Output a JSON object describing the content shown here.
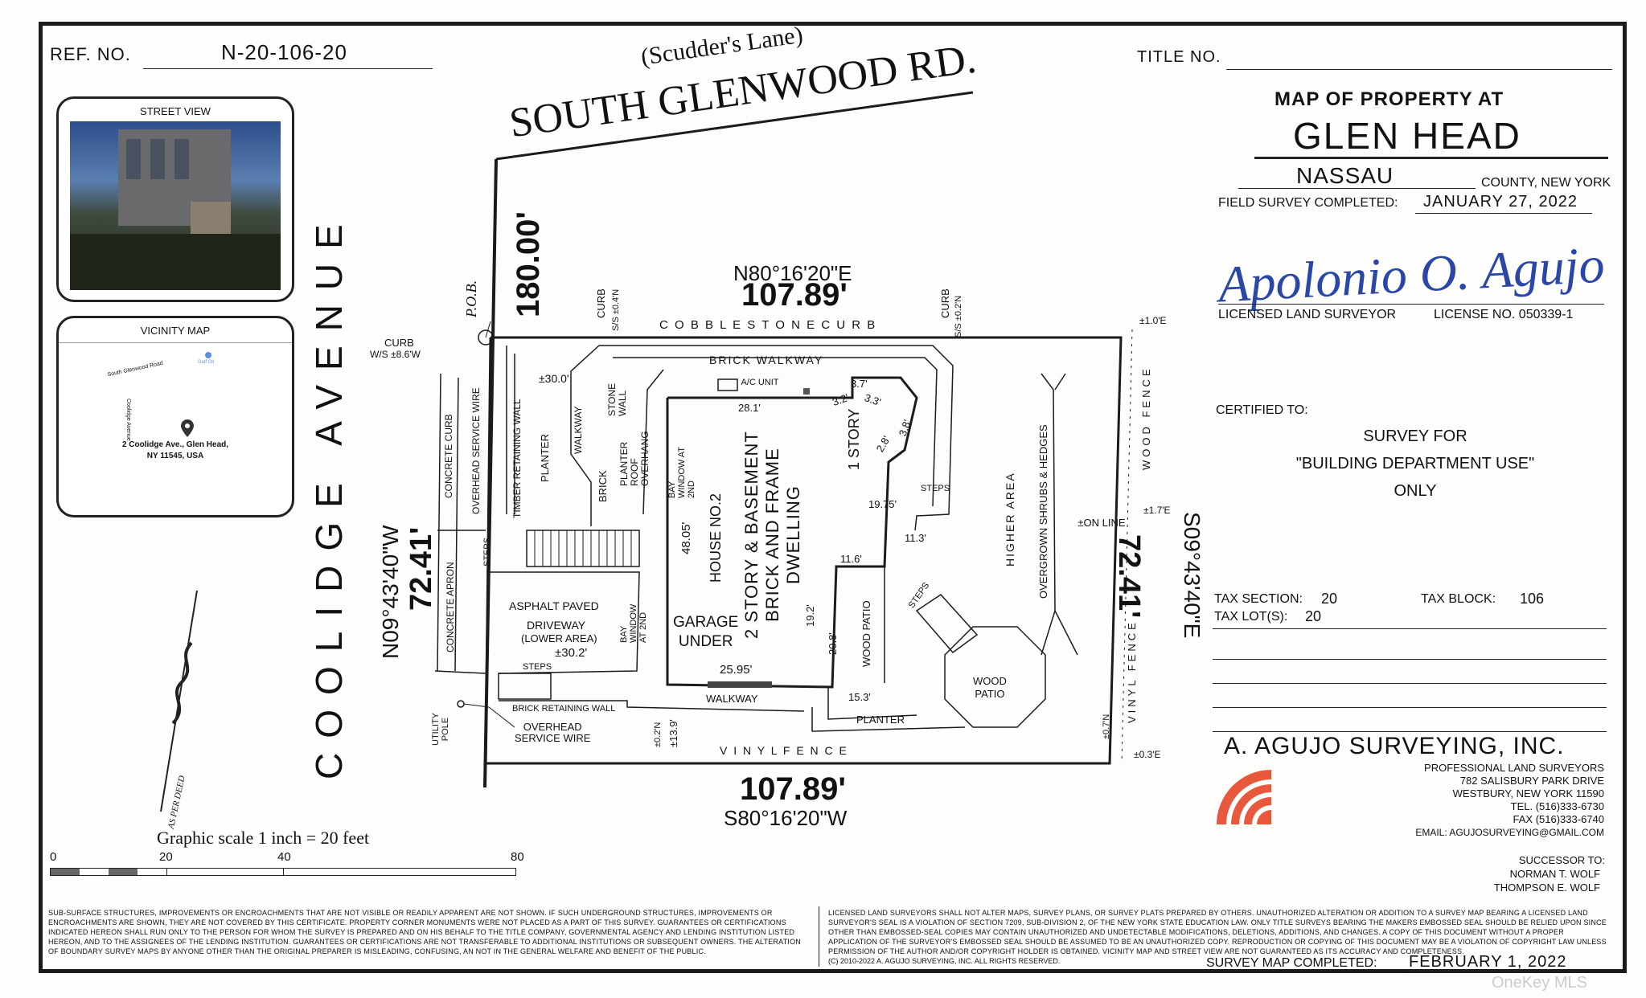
{
  "header": {
    "ref_label": "REF. NO.",
    "ref_no": "N-20-106-20",
    "title_label": "TITLE NO.",
    "road_alt": "(Scudder's Lane)",
    "road": "SOUTH GLENWOOD RD."
  },
  "street_view": {
    "title": "STREET VIEW"
  },
  "vicinity": {
    "title": "VICINITY MAP",
    "road1": "South Glenwood Road",
    "road2": "Coolidge Avenue",
    "poi": "Gulf Oil",
    "address_line1": "2 Coolidge Ave., Glen Head,",
    "address_line2": "NY 11545, USA"
  },
  "title_block": {
    "map_of": "MAP OF PROPERTY AT",
    "place": "GLEN HEAD",
    "county_value": "NASSAU",
    "county_label": "COUNTY, NEW YORK",
    "field_label": "FIELD SURVEY COMPLETED:",
    "field_date": "JANUARY 27, 2022",
    "signature": "Apolonio O. Agujo",
    "surveyor_label": "LICENSED LAND SURVEYOR",
    "license": "LICENSE NO. 050339-1",
    "certified_label": "CERTIFIED TO:",
    "survey_for": "SURVEY FOR",
    "use": "\"BUILDING DEPARTMENT USE\"",
    "only": "ONLY",
    "tax_section_label": "TAX SECTION:",
    "tax_section": "20",
    "tax_block_label": "TAX BLOCK:",
    "tax_block": "106",
    "tax_lot_label": "TAX LOT(S):",
    "tax_lot": "20"
  },
  "company": {
    "name": "A. AGUJO SURVEYING, INC.",
    "line1": "PROFESSIONAL LAND SURVEYORS",
    "line2": "782 SALISBURY PARK DRIVE",
    "line3": "WESTBURY, NEW YORK 11590",
    "tel": "TEL. (516)333-6730",
    "fax": "FAX (516)333-6740",
    "email": "EMAIL: AGUJOSURVEYING@GMAIL.COM",
    "successor_label": "SUCCESSOR TO:",
    "successor1": "NORMAN T. WOLF",
    "successor2": "THOMPSON E. WOLF"
  },
  "plat": {
    "street_west": "COOLIDGE AVENUE",
    "north_bearing": "N80°16'20\"E",
    "north_dist": "107.89'",
    "south_bearing": "S80°16'20\"W",
    "south_dist": "107.89'",
    "west_bearing": "N09°43'40\"W",
    "west_dist": "72.41'",
    "east_bearing": "S09°43'40\"E",
    "east_dist": "72.41'",
    "tie_dist": "180.00'",
    "pob": "P.O.B.",
    "cobblestone": "C O B B L E S T O N E   C U R B",
    "curb": "CURB",
    "curb_w": "W/S ±8.6'W",
    "curb_n1": "S/S ±0.4'N",
    "curb_n2": "S/S ±0.2'N",
    "brick_walkway": "BRICK WALKWAY",
    "ac_unit": "A/C UNIT",
    "dwelling1": "2 STORY & BASEMENT",
    "dwelling2": "BRICK AND FRAME",
    "dwelling3": "DWELLING",
    "house_no": "HOUSE NO.2",
    "bay_window": "BAY WINDOW AT 2ND",
    "one_story": "1 STORY",
    "garage1": "GARAGE",
    "garage2": "UNDER",
    "asphalt1": "ASPHALT PAVED",
    "asphalt2": "DRIVEWAY",
    "asphalt3": "(LOWER AREA)",
    "asphalt_elev": "±30.2'",
    "elev_upper": "±30.0'",
    "planter": "PLANTER",
    "walkway": "WALKWAY",
    "brick": "BRICK",
    "stone_wall": "STONE WALL",
    "planter_roof": "PLANTER ROOF OVERHANG",
    "timber_wall": "TIMBER RETAINING WALL",
    "concrete_curb": "CONCRETE CURB",
    "overhead_wire": "OVERHEAD SERVICE WIRE",
    "concrete_apron": "CONCRETE APRON",
    "steps": "STEPS",
    "brick_retaining": "BRICK RETAINING WALL",
    "overhead_service1": "OVERHEAD",
    "overhead_service2": "SERVICE WIRE",
    "utility_pole": "UTILITY POLE",
    "wood_patio": "WOOD PATIO",
    "wood_patio2a": "WOOD",
    "wood_patio2b": "PATIO",
    "higher_area": "HIGHER AREA",
    "overgrown": "OVERGROWN SHRUBS & HEDGES",
    "wood_fence": "WOOD FENCE",
    "vinyl_fence": "V I N Y L     F E N C E",
    "vinyl_fence_v": "VINYL FENCE",
    "on_line": "±ON LINE",
    "dim_281": "28.1'",
    "dim_37": "3.7'",
    "dim_32": "3.2'",
    "dim_33": "3.3'",
    "dim_38": "3.8'",
    "dim_28": "2.8'",
    "dim_1975": "19.75'",
    "dim_116": "11.6'",
    "dim_113": "11.3'",
    "dim_4805": "48.05'",
    "dim_192": "19.2'",
    "dim_2595": "25.95'",
    "dim_208": "20.8'",
    "dim_153": "15.3'",
    "dim_139": "±13.9'",
    "off_02n": "±0.2'N",
    "off_07n": "±0.7'N",
    "off_10e": "±1.0'E",
    "off_17e": "±1.7'E",
    "off_03e": "±0.3'E",
    "as_per_deed": "AS PER DEED"
  },
  "scale": {
    "title": "Graphic scale  1 inch = 20 feet",
    "ticks": [
      "0",
      "20",
      "40",
      "80"
    ]
  },
  "notes": {
    "left": "SUB-SURFACE STRUCTURES, IMPROVEMENTS OR ENCROACHMENTS THAT ARE NOT VISIBLE OR READILY APPARENT ARE NOT SHOWN. IF SUCH UNDERGROUND STRUCTURES, IMPROVEMENTS OR ENCROACHMENTS ARE SHOWN, THEY ARE NOT COVERED BY THIS CERTIFICATE. PROPERTY CORNER MONUMENTS WERE NOT PLACED AS A PART OF THIS SURVEY. GUARANTEES OR CERTIFICATIONS INDICATED HEREON SHALL RUN ONLY TO THE PERSON FOR WHOM THE SURVEY IS PREPARED AND ON HIS BEHALF TO THE TITLE COMPANY, GOVERNMENTAL AGENCY AND LENDING INSTITUTION LISTED HEREON, AND TO THE ASSIGNEES OF THE LENDING INSTITUTION. GUARANTEES OR CERTIFICATIONS ARE NOT TRANSFERABLE TO ADDITIONAL INSTITUTIONS OR SUBSEQUENT OWNERS. THE ALTERATION OF BOUNDARY SURVEY MAPS BY ANYONE OTHER THAN THE ORIGINAL PREPARER IS MISLEADING, CONFUSING, AN NOT IN THE GENERAL WELFARE AND BENEFIT OF THE PUBLIC.",
    "right": "LICENSED LAND SURVEYORS SHALL NOT ALTER MAPS, SURVEY PLANS, OR SURVEY PLATS PREPARED BY OTHERS. UNAUTHORIZED ALTERATION OR ADDITION TO A SURVEY MAP BEARING A LICENSED LAND SURVEYOR'S SEAL IS A VIOLATION OF SECTION 7209, SUB-DIVISION 2, OF THE NEW YORK STATE EDUCATION LAW. ONLY TITLE SURVEYS BEARING THE MAKERS EMBOSSED SEAL SHOULD BE RELIED UPON SINCE OTHER THAN EMBOSSED-SEAL COPIES MAY CONTAIN UNAUTHORIZED AND UNDETECTABLE MODIFICATIONS, DELETIONS, ADDITIONS, AND CHANGES. A COPY OF THIS DOCUMENT WITHOUT A PROPER APPLICATION OF THE SURVEYOR'S EMBOSSED SEAL SHOULD BE ASSUMED TO BE AN UNAUTHORIZED COPY. REPRODUCTION OR COPYING OF THIS DOCUMENT MAY BE A VIOLATION OF COPYRIGHT LAW UNLESS PERMISSION OF THE AUTHOR AND/OR COPYRIGHT HOLDER IS OBTAINED. VICINITY MAP AND STREET VIEW ARE NOT GUARANTEED AS ITS ACCURACY AND COMPLETENESS.",
    "copyright": "(C) 2010-2022  A. AGUJO SURVEYING, INC.  ALL RIGHTS RESERVED."
  },
  "footer": {
    "completed_label": "SURVEY MAP COMPLETED:",
    "completed_date": "FEBRUARY 1, 2022",
    "watermark": "OneKey MLS"
  },
  "colors": {
    "ink": "#1b1b1b",
    "logo": "#e8583c",
    "pin": "#333333"
  }
}
